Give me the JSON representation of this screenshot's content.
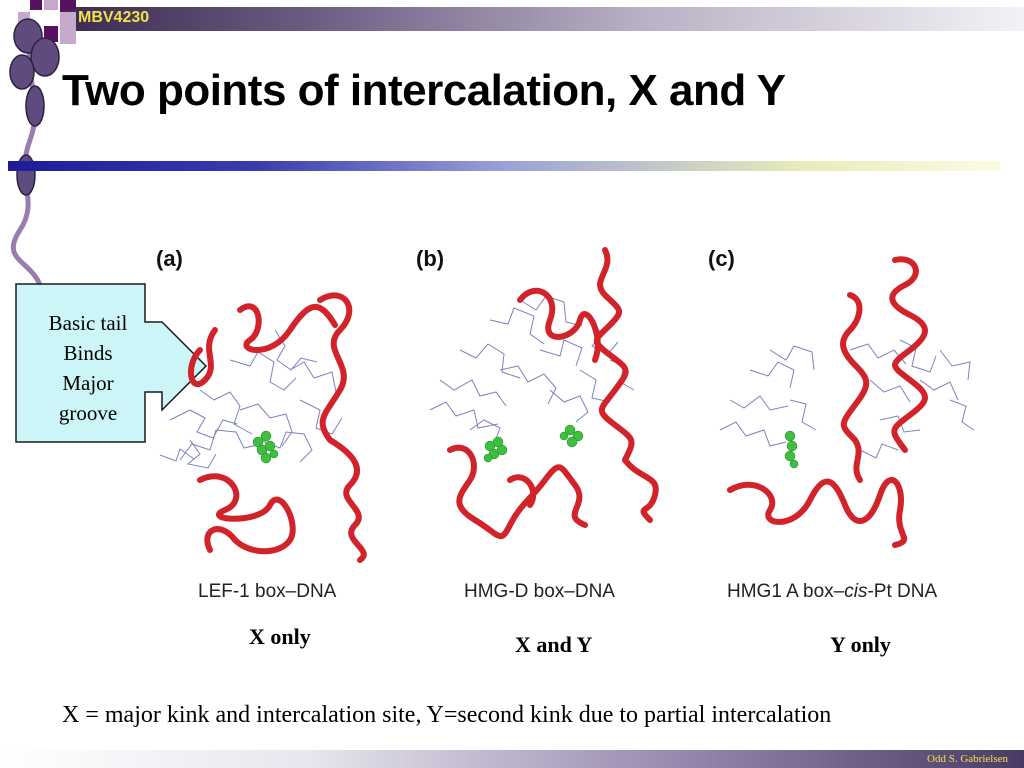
{
  "header": {
    "course_code": "MBV4230"
  },
  "title": "Two points of intercalation, X and Y",
  "callout": {
    "lines": [
      "Basic tail",
      "Binds",
      "Major",
      "groove"
    ]
  },
  "panels": [
    {
      "label": "(a)",
      "caption_pre": "LEF-1 box–DNA",
      "caption_italic": "",
      "caption_post": "",
      "note": "X only"
    },
    {
      "label": "(b)",
      "caption_pre": "HMG-D box–DNA",
      "caption_italic": "",
      "caption_post": "",
      "note": "X and Y"
    },
    {
      "label": "(c)",
      "caption_pre": "HMG1 A box–",
      "caption_italic": "cis",
      "caption_post": "-Pt DNA",
      "note": "Y only"
    }
  ],
  "footnote": "X = major kink and intercalation site, Y=second kink due to partial intercalation",
  "footer": {
    "author": "Odd S. Gabrielsen"
  },
  "colors": {
    "helix": "#d2232a",
    "dna": "#6f74b8",
    "intercalator": "#3fbf3f",
    "callout_fill": "#ccf5f7",
    "header_text": "#f1e24a"
  }
}
